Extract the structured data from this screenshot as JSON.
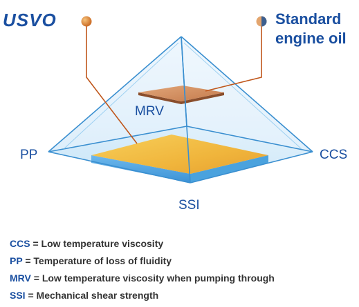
{
  "brand_label": "USVO",
  "standard_oil_label": [
    "Standard",
    "engine oil"
  ],
  "vertices": {
    "pp": "PP",
    "ccs": "CCS",
    "mrv": "MRV",
    "ssi": "SSI"
  },
  "legend": [
    {
      "key": "CCS",
      "sep": " = ",
      "text": "Low temperature viscosity"
    },
    {
      "key": "PP",
      "sep": " = ",
      "text": "Temperature of loss of fluidity"
    },
    {
      "key": "MRV",
      "sep": " = ",
      "text": "Low temperature viscosity when pumping through"
    },
    {
      "key": "SSI",
      "sep": " = ",
      "text": "Mechanical shear strength"
    }
  ],
  "colors": {
    "accent_blue": "#1a4fa0",
    "pyramid_edge": "#3a8fd0",
    "leader_line": "#c0571c",
    "usvo_plane": "#f2b53a",
    "standard_plane": "#d08a5a"
  }
}
